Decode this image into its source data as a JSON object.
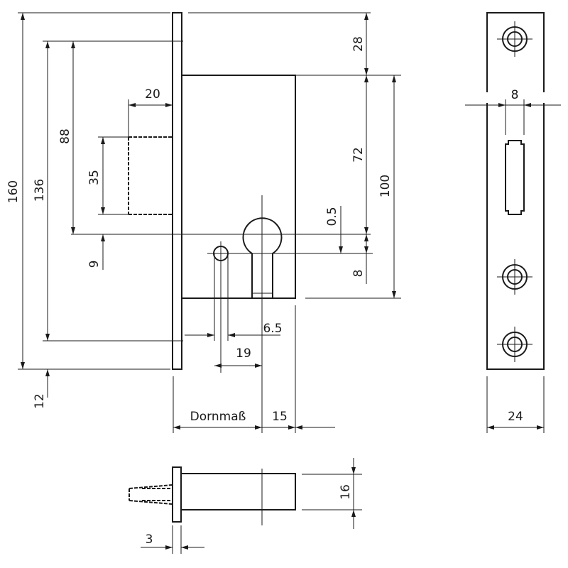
{
  "dimensions": {
    "d160": "160",
    "d136": "136",
    "d88": "88",
    "d35": "35",
    "d9": "9",
    "d12": "12",
    "d20": "20",
    "d28": "28",
    "d72": "72",
    "d100": "100",
    "d05": "0.5",
    "d8": "8",
    "d65": "6.5",
    "d19": "19",
    "dornmass": "Dornmaß",
    "d15": "15",
    "side_8": "8",
    "side_24": "24",
    "bottom_16": "16",
    "bottom_3": "3"
  }
}
